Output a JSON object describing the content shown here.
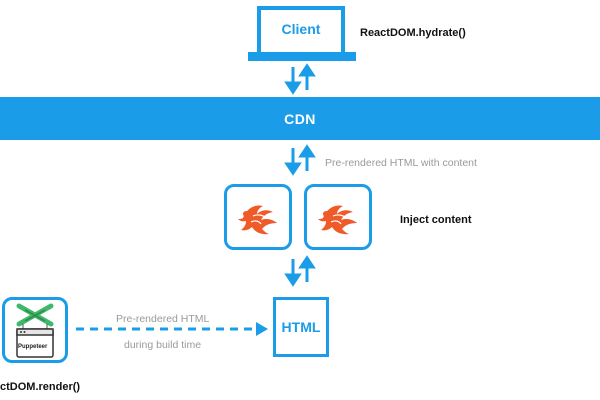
{
  "client": {
    "label": "Client",
    "method": "ReactDOM.hydrate()"
  },
  "cdn": {
    "label": "CDN"
  },
  "prerendered_with_content": "Pre-rendered HTML with content",
  "inject_content": "Inject content",
  "html_box": {
    "label": "HTML"
  },
  "puppeteer": {
    "label": "Puppeteer"
  },
  "build": {
    "line1": "Pre-rendered HTML",
    "line2": "during build time"
  },
  "render_method": "ctDOM.render()",
  "colors": {
    "accent": "#1a9ce8",
    "muted_text": "#9a9a9a",
    "phoenix": "#f05a28",
    "puppeteer_green": "#40b869"
  }
}
